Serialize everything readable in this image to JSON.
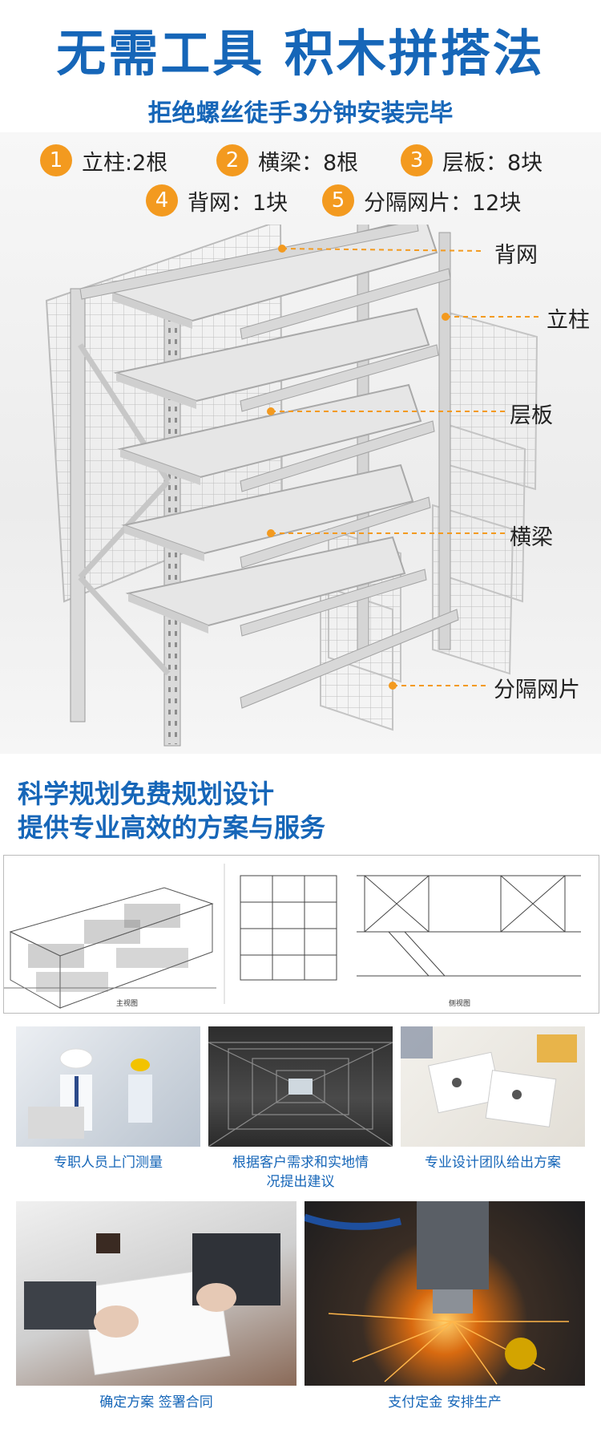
{
  "header": {
    "title": "无需工具 积木拼搭法",
    "subtitle": "拒绝螺丝徒手3分钟安装完毕"
  },
  "parts": [
    {
      "num": "1",
      "label": "立柱:2根"
    },
    {
      "num": "2",
      "label": "横梁：8根"
    },
    {
      "num": "3",
      "label": "层板：8块"
    },
    {
      "num": "4",
      "label": "背网：1块"
    },
    {
      "num": "5",
      "label": "分隔网片：12块"
    }
  ],
  "callouts": {
    "back_net": "背网",
    "upright": "立柱",
    "shelf": "层板",
    "beam": "横梁",
    "divider": "分隔网片"
  },
  "planning": {
    "line1": "科学规划免费规划设计",
    "line2": "提供专业高效的方案与服务"
  },
  "drawing": {
    "caption_left": "主视图",
    "caption_right": "侧视图"
  },
  "steps": [
    {
      "caption": "专职人员上门测量"
    },
    {
      "caption": "根据客户需求和实地情况提出建议"
    },
    {
      "caption": "专业设计团队给出方案"
    },
    {
      "caption": "确定方案 签署合同"
    },
    {
      "caption": "支付定金 安排生产"
    }
  ],
  "colors": {
    "brand_blue": "#1666b8",
    "accent_orange": "#f39a1f"
  }
}
